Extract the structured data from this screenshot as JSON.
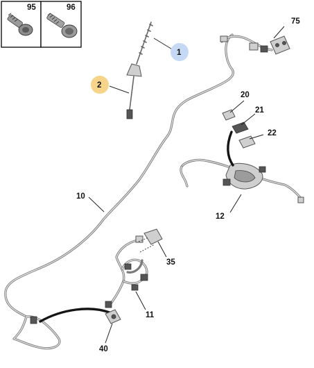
{
  "labels": {
    "screw_95": "95",
    "screw_96": "96",
    "p75": "75",
    "p1": "1",
    "p2": "2",
    "p20": "20",
    "p21": "21",
    "p22": "22",
    "p10": "10",
    "p12": "12",
    "p35": "35",
    "p11": "11",
    "p40": "40"
  },
  "colors": {
    "highlight_1": "#c5d8f4",
    "highlight_2": "#f6d48a"
  }
}
